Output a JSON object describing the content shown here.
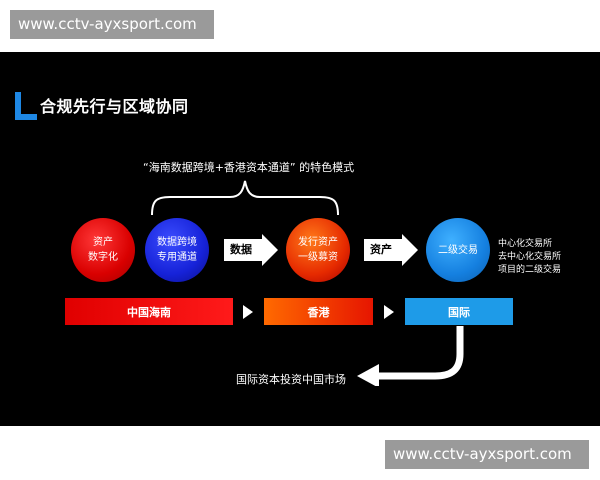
{
  "watermark": {
    "top": "www.cctv-ayxsport.com",
    "bottom": "www.cctv-ayxsport.com"
  },
  "slide": {
    "title": "合规先行与区域协同",
    "caption": "“海南数据跨境+香港资本通道” 的特色模式",
    "circles": [
      {
        "text": "资产\n数字化",
        "color": "#d90000"
      },
      {
        "text": "数据跨境\n专用通道",
        "color": "#1622d8"
      },
      {
        "text": "发行资产\n一级募资",
        "color": "#e62a00"
      },
      {
        "text": "二级交易",
        "color": "#1580e0"
      }
    ],
    "arrows": [
      {
        "label": "数据"
      },
      {
        "label": "资产"
      }
    ],
    "right_note": [
      "中心化交易所",
      "去中心化交易所",
      "项目的二级交易"
    ],
    "bars": [
      {
        "label": "中国海南",
        "color": "#e00000"
      },
      {
        "label": "香港",
        "color": "#ff6a00"
      },
      {
        "label": "国际",
        "color": "#1e9be8"
      }
    ],
    "bottom_text": "国际资本投资中国市场"
  }
}
